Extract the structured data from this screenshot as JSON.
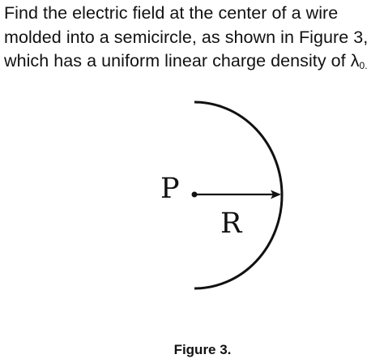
{
  "problem": {
    "line1": "Find the electric field at the center of a wire",
    "line2": "molded into a semicircle, as shown in Figure 3,",
    "line3_main": "which has a uniform linear charge density of λ",
    "line3_sub": "0."
  },
  "figure": {
    "point_label": "P",
    "radius_label": "R",
    "caption": "Figure 3."
  }
}
